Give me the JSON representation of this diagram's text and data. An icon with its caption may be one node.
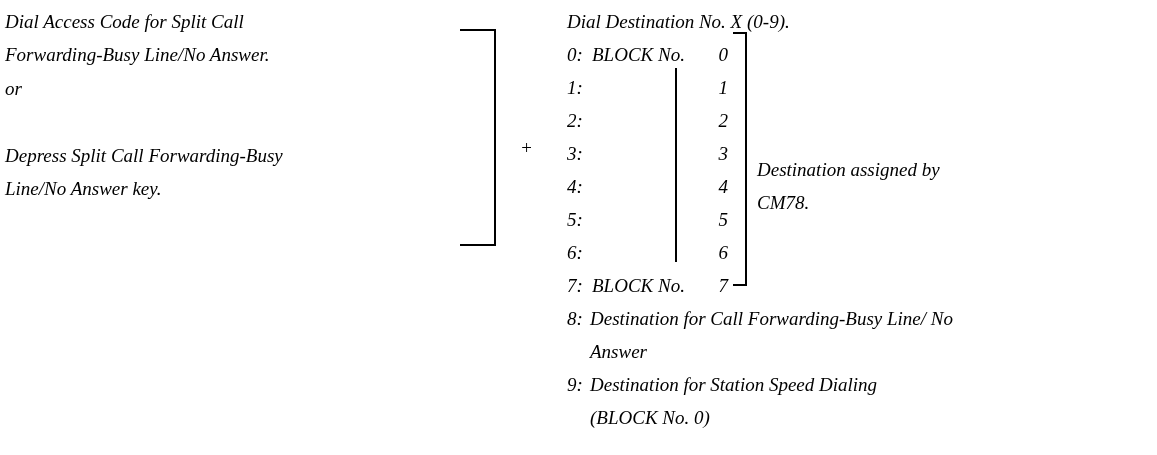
{
  "diagram": {
    "labels": [
      "Dial Access Code for Split Call Forwarding-Busy Line/No Answer.",
      "or",
      "Depress Split Call Forwarding-Busy Line/No Answer key.",
      "+",
      "Dial Destination No. X (0-9).",
      "0:",
      "BLOCK No.",
      "0",
      "1:",
      "1",
      "2:",
      "2",
      "3:",
      "3",
      "Destination assigned by CM78.",
      "4:",
      "4",
      "5:",
      "5",
      "6:",
      "6",
      "7:",
      "BLOCK No.",
      "7",
      "8:",
      "Destination for Call Forwarding-Busy Line/ No Answer",
      "9:",
      "Destination for Station Speed Dialing (BLOCK No. 0)"
    ]
  }
}
